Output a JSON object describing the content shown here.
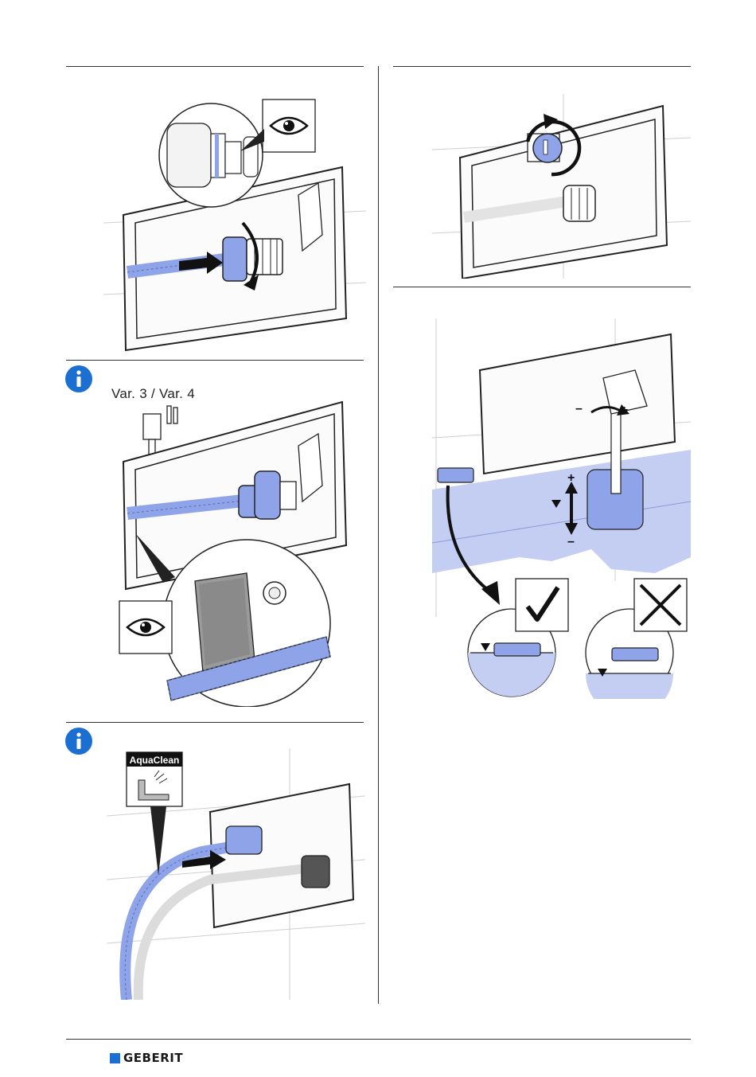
{
  "page": {
    "steps": [
      {
        "id": "step-1",
        "description": "Connect supply hose to valve (check seal)"
      },
      {
        "id": "step-2",
        "variant_label": "Var. 3 / Var. 4"
      },
      {
        "id": "step-3",
        "badge_text": "AquaClean"
      },
      {
        "id": "step-4",
        "description": "Open angle valve"
      },
      {
        "id": "step-5",
        "description": "Adjust fill valve water level"
      }
    ],
    "level_adjust": {
      "plus_symbol": "+",
      "minus_symbol": "–"
    },
    "footer": {
      "brand": "GEBERIT",
      "brand_color": "#1a6fd0"
    },
    "colors": {
      "accent_blue": "#8ea3e8",
      "water_blue": "#c4cdf2",
      "line": "#333333"
    },
    "icons": [
      "info-icon",
      "eye-icon",
      "check-icon",
      "cross-icon",
      "rotate-arrow-icon",
      "push-arrow-icon"
    ]
  }
}
